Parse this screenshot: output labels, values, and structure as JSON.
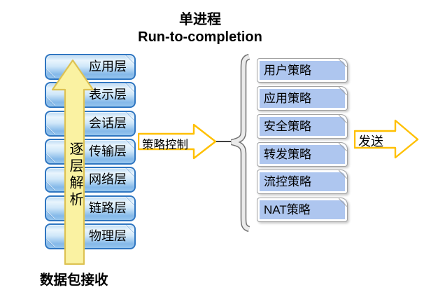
{
  "title": {
    "line1": "单进程",
    "line2": "Run-to-completion"
  },
  "left_stack": {
    "layers": [
      "应用层",
      "表示层",
      "会话层",
      "传输层",
      "网络层",
      "链路层",
      "物理层"
    ],
    "up_arrow_label": "逐层解析",
    "receive_label": "数据包接收"
  },
  "policy_flow": {
    "control_arrow_label": "策略控制",
    "policies": [
      "用户策略",
      "应用策略",
      "安全策略",
      "转发策略",
      "流控策略",
      "NAT策略"
    ],
    "send_arrow_label": "发送"
  },
  "colors": {
    "layer_box_fill": "#97c6ee",
    "layer_box_border": "#2f76c1",
    "policy_box_fill": "#aec6ef",
    "policy_box_border": "#a3a3a3",
    "up_arrow_fill": "#faf2a2",
    "up_arrow_border": "#ddc253",
    "flow_arrow_outline": "#ffc000",
    "brace_fill": "#ebebeb",
    "brace_outline": "#707070",
    "text": "#000000"
  }
}
